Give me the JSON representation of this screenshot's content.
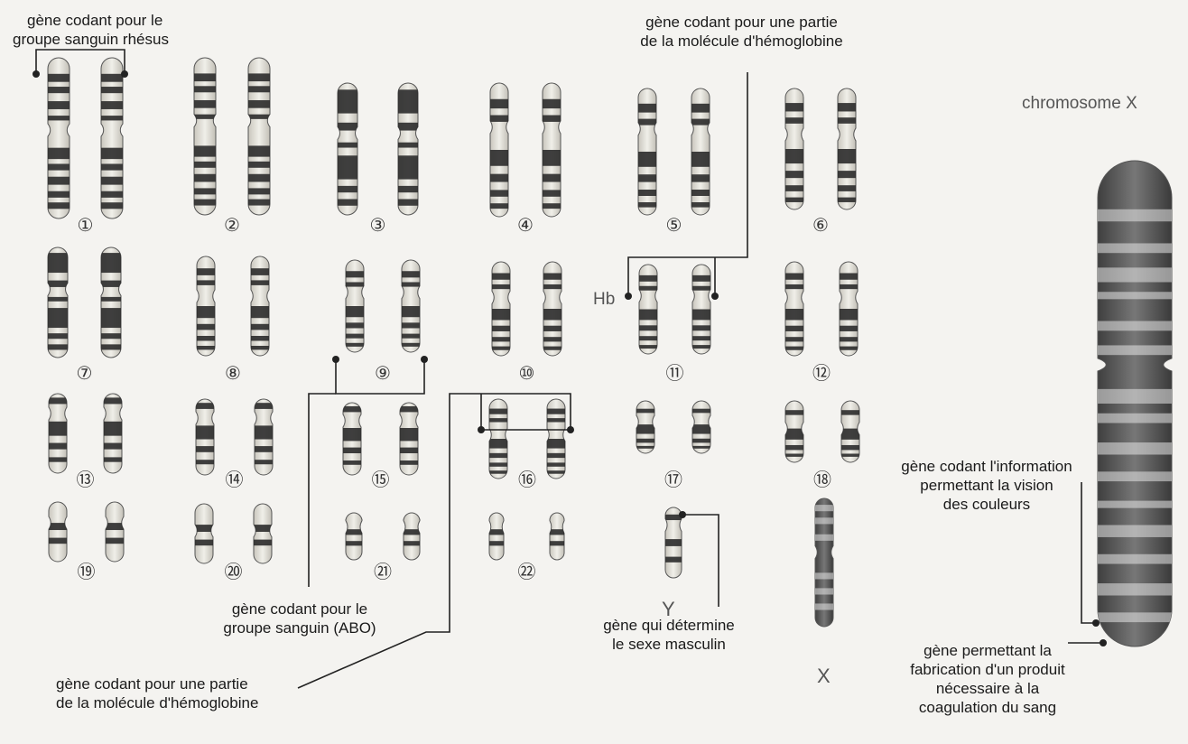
{
  "chromosome_numbers": [
    "①",
    "②",
    "③",
    "④",
    "⑤",
    "⑥",
    "⑦",
    "⑧",
    "⑨",
    "⑩",
    "⑪",
    "⑫",
    "⑬",
    "⑭",
    "⑮",
    "⑯",
    "⑰",
    "⑱",
    "⑲",
    "⑳",
    "㉑",
    "㉒"
  ],
  "sex_chromosomes": {
    "y": "Y",
    "x": "X"
  },
  "hb_label": "Hb",
  "x_title": "chromosome X",
  "annotations": {
    "rhesus": [
      "gène codant pour le",
      "groupe sanguin rhésus"
    ],
    "hemoglobin_top": [
      "gène codant pour une partie",
      "de la molécule d'hémoglobine"
    ],
    "abo": [
      "gène codant pour le",
      "groupe sanguin (ABO)"
    ],
    "hemoglobin_bottom": [
      "gène codant pour une partie",
      "de la molécule d'hémoglobine"
    ],
    "sex": [
      "gène qui détermine",
      "le sexe masculin"
    ],
    "color_vision": [
      "gène codant l'information",
      "permettant la vision",
      "des couleurs"
    ],
    "coagulation": [
      "gène permettant la",
      "fabrication d'un produit",
      "nécessaire à la",
      "coagulation du sang"
    ]
  }
}
